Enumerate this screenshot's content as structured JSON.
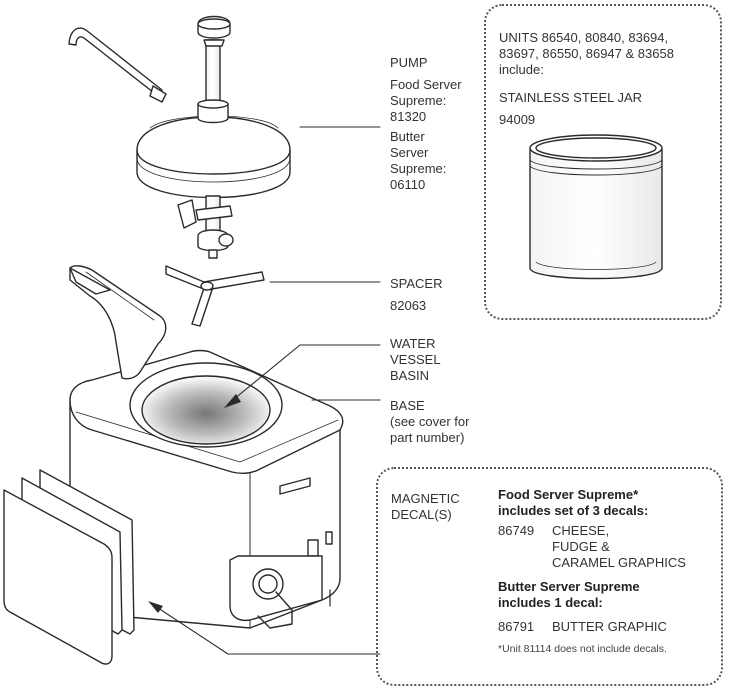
{
  "pump": {
    "title": "PUMP",
    "food_server_name_1": "Food Server",
    "food_server_name_2": "Supreme:",
    "food_server_number": "81320",
    "butter_server_name_1": "Butter",
    "butter_server_name_2": "Server",
    "butter_server_name_3": "Supreme:",
    "butter_server_number": "06110"
  },
  "spacer": {
    "title": "SPACER",
    "number": "82063"
  },
  "water_vessel": {
    "line_1": "WATER",
    "line_2": "VESSEL",
    "line_3": "BASIN"
  },
  "base": {
    "title": "BASE",
    "note_1": "(see cover for",
    "note_2": "part number)"
  },
  "jar_box": {
    "units_line_1": "UNITS 86540, 80840, 83694,",
    "units_line_2": "83697, 86550, 86947 & 83658",
    "units_line_3": "include:",
    "jar_name": "STAINLESS STEEL JAR",
    "jar_number": "94009"
  },
  "decal_box": {
    "label_1": "MAGNETIC",
    "label_2": "DECAL(S)",
    "food_heading_1": "Food Server Supreme*",
    "food_heading_2": "includes set of 3 decals:",
    "food_decal_number": "86749",
    "food_decal_line_1": "CHEESE,",
    "food_decal_line_2": "FUDGE &",
    "food_decal_line_3": "CARAMEL GRAPHICS",
    "butter_heading_1": "Butter Server Supreme",
    "butter_heading_2": "includes 1 decal:",
    "butter_decal_number": "86791",
    "butter_decal_name": "BUTTER GRAPHIC",
    "footnote": "*Unit 81114 does not include decals."
  },
  "colors": {
    "line": "#2b2b2b",
    "label_text": "#333333",
    "box_border": "#555555"
  }
}
